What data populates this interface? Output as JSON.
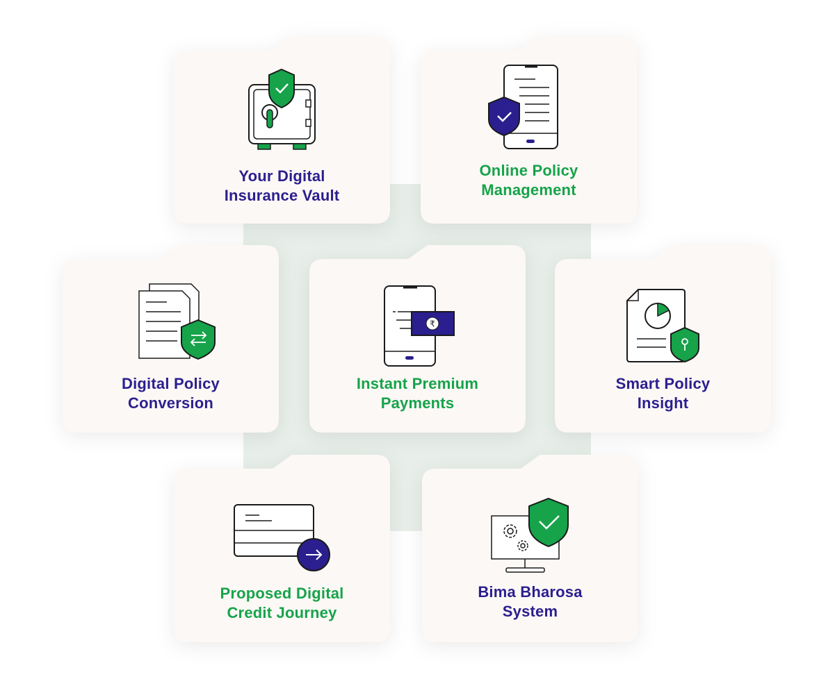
{
  "colors": {
    "navy": "#2b1f8f",
    "green": "#16a34a",
    "card_bg": "#fcf8f5",
    "backdrop": "#e8efea",
    "outline": "#1a1a1a"
  },
  "cards": [
    {
      "icon": "vault-shield-icon",
      "line1": "Your Digital",
      "line2": "Insurance Vault",
      "color": "navy"
    },
    {
      "icon": "phone-policy-shield-icon",
      "line1": "Online Policy",
      "line2": "Management",
      "color": "green"
    },
    {
      "icon": "documents-transfer-shield-icon",
      "line1": "Digital Policy",
      "line2": "Conversion",
      "color": "navy"
    },
    {
      "icon": "phone-rupee-payment-icon",
      "line1": "Instant Premium",
      "line2": "Payments",
      "color": "green"
    },
    {
      "icon": "report-chart-shield-icon",
      "line1": "Smart Policy",
      "line2": "Insight",
      "color": "navy"
    },
    {
      "icon": "credit-card-arrow-icon",
      "line1": "Proposed Digital",
      "line2": "Credit Journey",
      "color": "green"
    },
    {
      "icon": "monitor-gears-shield-icon",
      "line1": "Bima Bharosa",
      "line2": "System",
      "color": "navy"
    }
  ]
}
